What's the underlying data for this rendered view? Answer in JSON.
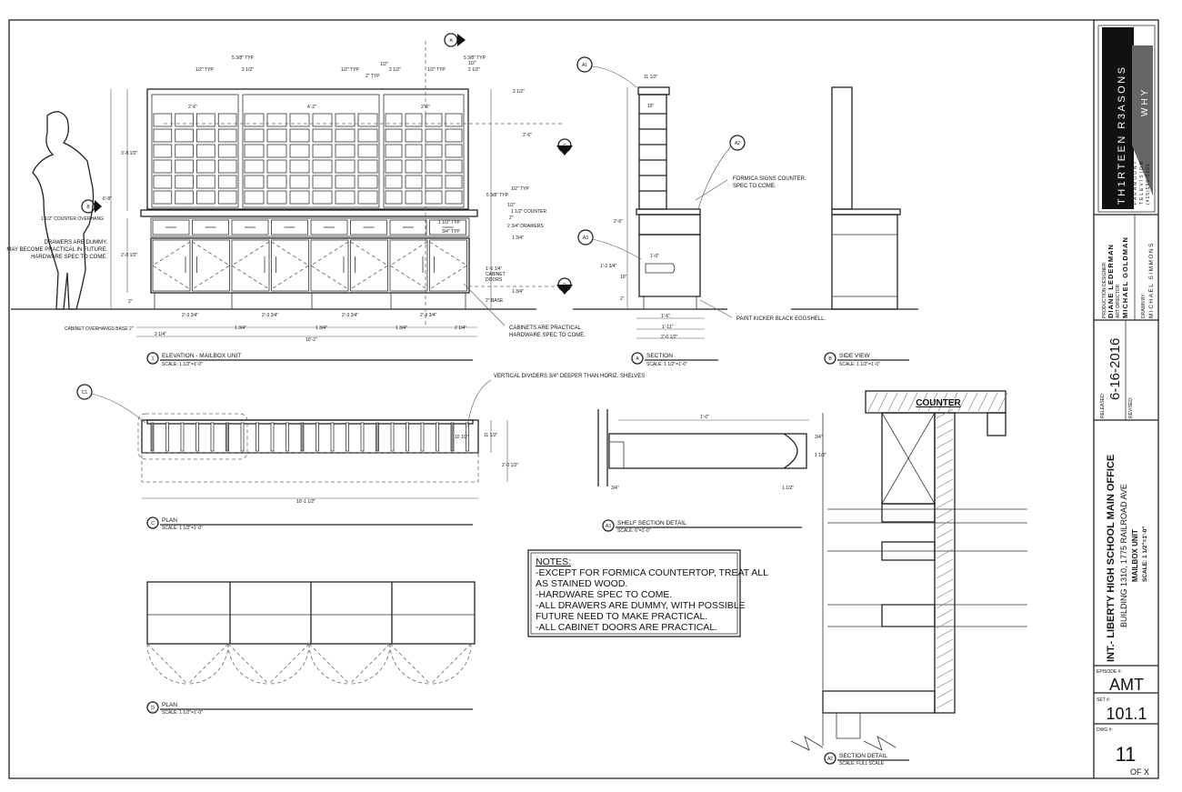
{
  "elevation": {
    "dims_top": [
      "5 3/8\" TYP",
      "1/2\" TYP",
      "2 1/2\"",
      "1/2\" TYP",
      "2 1/2\"",
      "1/2\"",
      "2\" TYP",
      "1/2\" TYP",
      "5 3/8\" TYP",
      "1/2\"",
      "2 1/2\""
    ],
    "panel_dims": [
      "2'-6\"",
      "4'-2\"",
      "2'-6\""
    ],
    "right_dims": [
      "2 1/2\"",
      "2'-6\"",
      "1/2\" TYP",
      "5 3/8\" TYP",
      "1/2\"",
      "1 1/2\" COUNTER",
      "2\"",
      "2 3/4\" DRAWERS",
      "1 1/2\" TYP",
      "3/4\" TYP",
      "1 3/4\"",
      "1'-6 1/4\"",
      "CABINET",
      "DOORS",
      "1 3/4\"",
      "2\" BASE"
    ],
    "left_dims": [
      "3'-8 1/2\"",
      "6'-8\"",
      "2'-0 1/2\"",
      "2\""
    ],
    "counter_overhang": "1 1/2\" COUNTER OVERHANG",
    "drawers_note": [
      "DRAWERS ARE DUMMY.",
      "MAY BECOME PRACTICAL IN FUTURE.",
      "HARDWARE SPEC TO COME."
    ],
    "overhang_bot": "CABINET OVERHANGS BASE 2\"",
    "bottom_dims": [
      "2 1/4\"",
      "2'-3 3/4\"",
      "1 3/4\"",
      "2'-3 3/4\"",
      "1 3/4\"",
      "2'-3 3/4\"",
      "1 3/4\"",
      "2'-3 3/4\"",
      "2 1/4\""
    ],
    "overall": "10'-2\"",
    "cab_note": [
      "CABINETS ARE PRACTICAL",
      "HARDWARE SPEC TO COME."
    ],
    "title": "ELEVATION - MAILBOX UNIT",
    "scale": "SCALE:  1 1/2\"=1'-0\"",
    "tag": "1",
    "marker_a": "A",
    "marker_b": "B",
    "marker_c": "C",
    "marker_d": "D"
  },
  "section": {
    "tags": [
      "A1",
      "A2",
      "A3"
    ],
    "dims": [
      "11 1/2\"",
      "10\"",
      "2'-6\"",
      "1'-2 3/4\"",
      "1'-0\"",
      "10\"",
      "2\"",
      "1'-6\"",
      "1'-11\"",
      "2'-0 1/2\""
    ],
    "formica_note": [
      "FORMICA SIGNS COUNTER.",
      "SPEC TO COME."
    ],
    "kicker_note": "PAINT KICKER BLACK EGGSHELL.",
    "title": "SECTION",
    "scale": "SCALE:  1 1/2\"=1'-0\"",
    "tag": "A"
  },
  "side_view": {
    "title": "SIDE VIEW",
    "scale": "SCALE:  1 1/2\"=1'-0\"",
    "tag": "B"
  },
  "plan_c": {
    "callout": "C1",
    "divider_note": "VERTICAL DIVIDERS 3/4\" DEEPER THAN HORIZ. SHELVES",
    "dims": [
      "11 1/2\"",
      "2'-0 1/2\"",
      "10 1/2\"",
      "10'-1 1/2\""
    ],
    "title": "PLAN",
    "scale": "SCALE:  1 1/2\"=1'-0\"",
    "tag": "C"
  },
  "shelf_detail": {
    "dims": [
      "1'-0\"",
      "3/4\"",
      "1 1/2\"",
      "3/4\"",
      "1 1/2\""
    ],
    "title": "SHELF SECTION DETAIL",
    "scale": "SCALE:  6\"=1'-0\"",
    "tag": "A3"
  },
  "notes": {
    "heading": "NOTES:",
    "lines": [
      "-EXCEPT FOR FORMICA COUNTERTOP, TREAT ALL",
      "AS STAINED WOOD.",
      "-HARDWARE SPEC TO COME.",
      "-ALL DRAWERS ARE DUMMY, WITH POSSIBLE",
      "FUTURE NEED TO MAKE PRACTICAL.",
      "-ALL CABINET DOORS ARE PRACTICAL."
    ]
  },
  "plan_d": {
    "title": "PLAN",
    "scale": "SCALE:  1 1/2\"=1'-0\"",
    "tag": "D"
  },
  "section_detail": {
    "label": "COUNTER",
    "title": "SECTION DETAIL",
    "scale": "SCALE:  FULL SCALE",
    "tag": "A2"
  },
  "title_block": {
    "logo_text": "TH1RTEEN R3ASONS",
    "logo_sub": "WHY",
    "studio": [
      "PARAMOUNT",
      "TELEVISION",
      "(415)599-0266"
    ],
    "designer_label": "PRODUCTION DESIGNER:",
    "designer": "DIANE LEDERMAN",
    "art_director_label": "ART DIRECTOR:",
    "art_director": "MICHAEL GOLDMAN",
    "drawn_label": "DRAWN BY:",
    "drawn": "MICHAEL SIMMONS",
    "released_label": "RELEASED:",
    "released": "6-16-2016",
    "revised_label": "REVISED:",
    "project": "INT.- LIBERTY HIGH SCHOOL MAIN OFFICE",
    "building": "BUILDING 1310, 1775 RAILROAD AVE",
    "unit": "MAILBOX UNIT",
    "unit_scale": "SCALE: 1 1/2\"=1'-0\"",
    "episode_label": "EPISODE #:",
    "episode": "AMT",
    "set_label": "SET #:",
    "set": "101.1",
    "dwg_label": "DWG #:",
    "dwg": "11",
    "of": "OF X"
  },
  "colors": {
    "logo_red": "#c0392b",
    "ink": "#111111"
  }
}
